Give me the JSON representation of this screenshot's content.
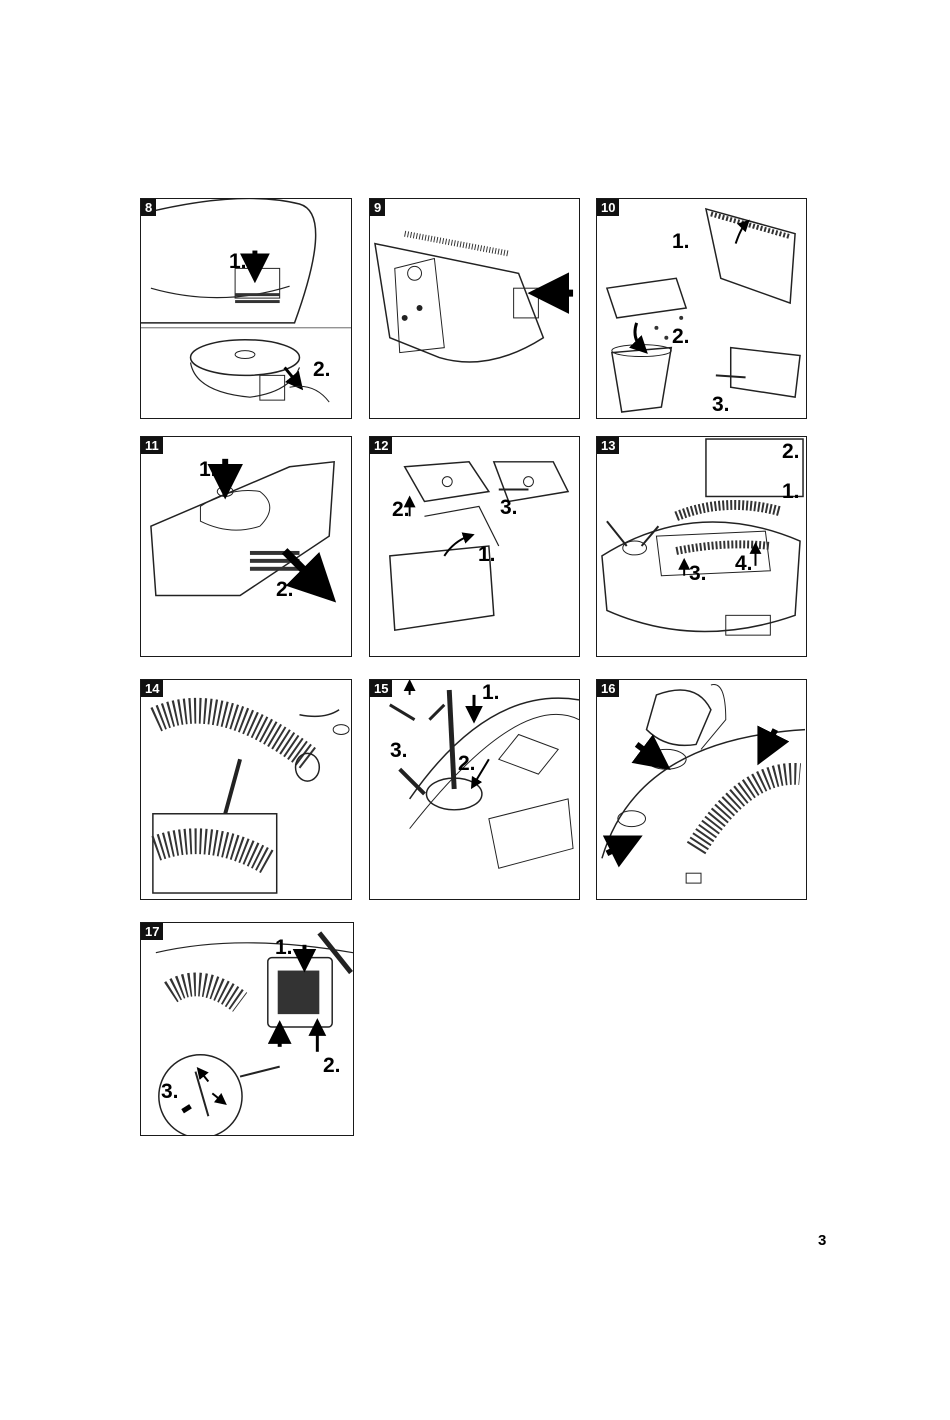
{
  "panels": [
    {
      "id": "8",
      "steps": [
        "1.",
        "2."
      ]
    },
    {
      "id": "9",
      "steps": []
    },
    {
      "id": "10",
      "steps": [
        "1.",
        "2.",
        "3."
      ]
    },
    {
      "id": "11",
      "steps": [
        "1.",
        "2."
      ]
    },
    {
      "id": "12",
      "steps": [
        "1.",
        "2.",
        "3."
      ]
    },
    {
      "id": "13",
      "steps": [
        "1.",
        "2.",
        "3.",
        "4."
      ]
    },
    {
      "id": "14",
      "steps": []
    },
    {
      "id": "15",
      "steps": [
        "1.",
        "2.",
        "3."
      ]
    },
    {
      "id": "16",
      "steps": []
    },
    {
      "id": "17",
      "steps": [
        "1.",
        "2.",
        "3."
      ]
    }
  ],
  "page_number": "3"
}
